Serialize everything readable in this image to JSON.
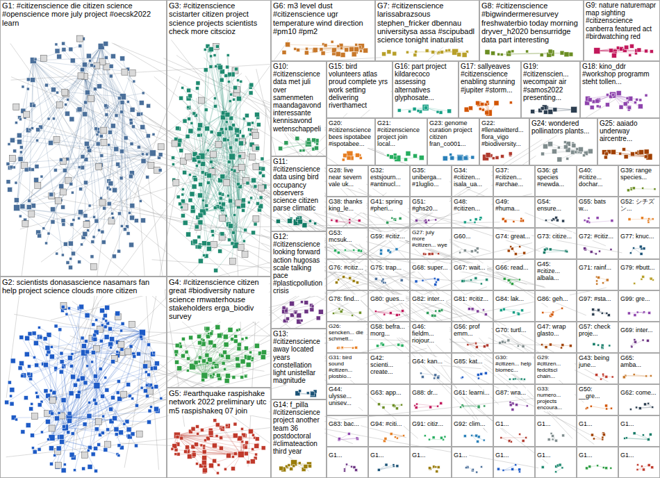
{
  "diagram": {
    "nodes": [
      {
        "text": [
          "G1: #citizenscience die citizen science #openscience more july project #oecsk2022 learn"
        ]
      },
      {
        "text": [
          "G2: scientists donasascience nasamars fan help project science clouds more citizen"
        ]
      },
      {
        "text": [
          "G3: #citizenscience scistarter citizen project science projects scientists check more citscioz"
        ]
      },
      {
        "text": [
          "G4: #citizenscience citizen great #biodiversity nature science rmwaterhouse stakeholders erga_biodiv survey"
        ]
      },
      {
        "text": [
          "G5: #earthquake raspishake network 2022 preliminary utc m5 raspishakeq 07 join"
        ]
      },
      {
        "text": [
          "G6: m3 level dust #citizenscience ugr temperature wind direction #pm10 #pm2"
        ]
      },
      {
        "text": [
          "G7: #citizenscience larissabrazsous stephen_fricker dbennau universitysa assa #scipubadl science tonight inaturalist"
        ]
      },
      {
        "text": [
          "G8: #citizenscience #bigwindermeresurvey freshwaterbio today morning dryver_h2020 bensurridge data part interesting"
        ]
      },
      {
        "text": [
          "G9: nature naturemapr map sighting #citizenscience canberra featured act #birdwatching red"
        ]
      },
      {
        "text": [
          "G10: #citizenscience data met juli over samenmeten maandagavond interessante kennisavond wetenschappeli"
        ]
      },
      {
        "text": [
          "G15: bird volunteers atlas proud complete yrs work setting delivering riverthamect"
        ]
      },
      {
        "text": [
          "G16: part project kildarecoco assessing alternatives glyphosate..."
        ]
      },
      {
        "text": [
          "G17: sallyeaves #citizenscience enabling stunning #jupiter #storm..."
        ]
      },
      {
        "text": [
          "G19: #citizenscien... wecompair air #samos2022 presenting..."
        ]
      },
      {
        "text": [
          "G18: kino_ddr #workshop programm steht tollen..."
        ]
      },
      {
        "text": [
          "G20: #citizenscience bees ispotabee #ispotabee..."
        ]
      },
      {
        "text": [
          "G21: #citizenscience project join local..."
        ]
      },
      {
        "text": [
          "G23: genome curation project citizen fran_co001..."
        ]
      },
      {
        "text": [
          "G22: #llenatwitterd... flora_vigo #biodiversity..."
        ]
      },
      {
        "text": [
          "G24: wondered pollinators plants..."
        ]
      },
      {
        "text": [
          "G25: aaiado underway aircentre..."
        ]
      },
      {
        "text": [
          "G11: #citizenscience data using bird occupancy observers science citizen parse climatic"
        ]
      },
      {
        "text": [
          "G12: #citizenscience looking forward action hugosas scale talking pace #plasticpollution crisis"
        ]
      },
      {
        "text": [
          "G13: #citizenscience away located years constellation light unistellar magnitude"
        ]
      },
      {
        "text": [
          "G14: f_pilla #citizenscience project another team 36 postdoctoral #climateaction third year"
        ]
      },
      {
        "text": [
          "G28: live near severn vale uk..."
        ]
      },
      {
        "text": [
          "G32: estsjourn... #antinucl..."
        ]
      },
      {
        "text": [
          "G35: uniberga... #1luglio..."
        ]
      },
      {
        "text": [
          "G34: #citizen... isala_ua..."
        ]
      },
      {
        "text": [
          "G37: #citizen... #archae..."
        ]
      },
      {
        "text": [
          "G36: gt species #newda..."
        ]
      },
      {
        "text": [
          "G40: #citize... dochar..."
        ]
      },
      {
        "text": [
          "G39: range species..."
        ]
      },
      {
        "text": [
          "G38: thanks king_le..."
        ]
      },
      {
        "text": [
          "G41: spring #pheri..."
        ]
      },
      {
        "text": [
          "G51: #ghs20..."
        ]
      },
      {
        "text": [
          "G48: #citizen..."
        ]
      },
      {
        "text": [
          "G49: #huma..."
        ]
      },
      {
        "text": [
          "G54: ensure..."
        ]
      },
      {
        "text": [
          "G55: bats w..."
        ]
      },
      {
        "text": [
          "G52: シチズン..."
        ]
      },
      {
        "text": [
          "G53: mcsuk..."
        ]
      },
      {
        "text": [
          "G59: #citiz..."
        ]
      },
      {
        "text": [
          "G27: july more #citizen... wye"
        ]
      },
      {
        "text": [
          "G60..."
        ]
      },
      {
        "text": [
          "G74: great..."
        ]
      },
      {
        "text": [
          "G73: citize..."
        ]
      },
      {
        "text": [
          "G72: #citiz..."
        ]
      },
      {
        "text": [
          "G77: knuc..."
        ]
      },
      {
        "text": [
          "G76: #citiz..."
        ]
      },
      {
        "text": [
          "G75: trap..."
        ]
      },
      {
        "text": [
          "G68: super..."
        ]
      },
      {
        "text": [
          "G67: wait..."
        ]
      },
      {
        "text": [
          "G66: read..."
        ]
      },
      {
        "text": [
          "G45: #citize... albala..."
        ]
      },
      {
        "text": [
          "G71: rainf..."
        ]
      },
      {
        "text": [
          "G79: #butt..."
        ]
      },
      {
        "text": [
          "G78: find..."
        ]
      },
      {
        "text": [
          "G80: gues..."
        ]
      },
      {
        "text": [
          "G82: inter..."
        ]
      },
      {
        "text": [
          "G81: #citiz..."
        ]
      },
      {
        "text": [
          "G84: lak..."
        ]
      },
      {
        "text": [
          "G86: geh..."
        ]
      },
      {
        "text": [
          "G97: #sta..."
        ]
      },
      {
        "text": [
          "G99: gre..."
        ]
      },
      {
        "text": [
          "G26: sencken... die schmett..."
        ]
      },
      {
        "text": [
          "G58: befra... morg..."
        ]
      },
      {
        "text": [
          "G46: fieldm... riojour..."
        ]
      },
      {
        "text": [
          "G56: prof emm..."
        ]
      },
      {
        "text": [
          "G70: turtl..."
        ]
      },
      {
        "text": [
          "G47: wrap glasto..."
        ]
      },
      {
        "text": [
          "G57: check proje..."
        ]
      },
      {
        "text": [
          "G69: inter..."
        ]
      },
      {
        "text": [
          "G31: bird sound #citizen... plosbio..."
        ]
      },
      {
        "text": [
          "G42: scienti... create..."
        ]
      },
      {
        "text": [
          "G64: kan..."
        ]
      },
      {
        "text": [
          "G85: kat..."
        ]
      },
      {
        "text": [
          "G30: #citizen... help biomec..."
        ]
      },
      {
        "text": [
          "G29: #citizen... fedcitsci chain..."
        ]
      },
      {
        "text": [
          "G43: being june..."
        ]
      },
      {
        "text": [
          "G65: amba..."
        ]
      },
      {
        "text": [
          "G44: ulysse... unisev..."
        ]
      },
      {
        "text": [
          "G63: app..."
        ]
      },
      {
        "text": [
          "G88: dr..."
        ]
      },
      {
        "text": [
          "G61: learni..."
        ]
      },
      {
        "text": [
          "G87: wra..."
        ]
      },
      {
        "text": [
          "G33: numero... projects encoura..."
        ]
      },
      {
        "text": [
          "G50: __gre..."
        ]
      },
      {
        "text": [
          "G62: come..."
        ]
      },
      {
        "text": [
          "G83: bac..."
        ]
      },
      {
        "text": [
          "G94: #citi..."
        ]
      },
      {
        "text": [
          "G91: citiz..."
        ]
      },
      {
        "text": [
          "G92: clim..."
        ]
      },
      {
        "text": [
          "G1..."
        ]
      },
      {
        "text": [
          "G1..."
        ]
      },
      {
        "text": [
          "G1..."
        ]
      },
      {
        "text": [
          "G1..."
        ]
      },
      {
        "text": [
          "G1..."
        ]
      },
      {
        "text": [
          "G1..."
        ]
      },
      {
        "text": [
          "G1..."
        ]
      },
      {
        "text": [
          "G1..."
        ]
      },
      {
        "text": [
          "G1..."
        ]
      },
      {
        "text": [
          "G1..."
        ]
      },
      {
        "text": [
          "G1..."
        ]
      },
      {
        "text": [
          "G1..."
        ]
      }
    ]
  }
}
